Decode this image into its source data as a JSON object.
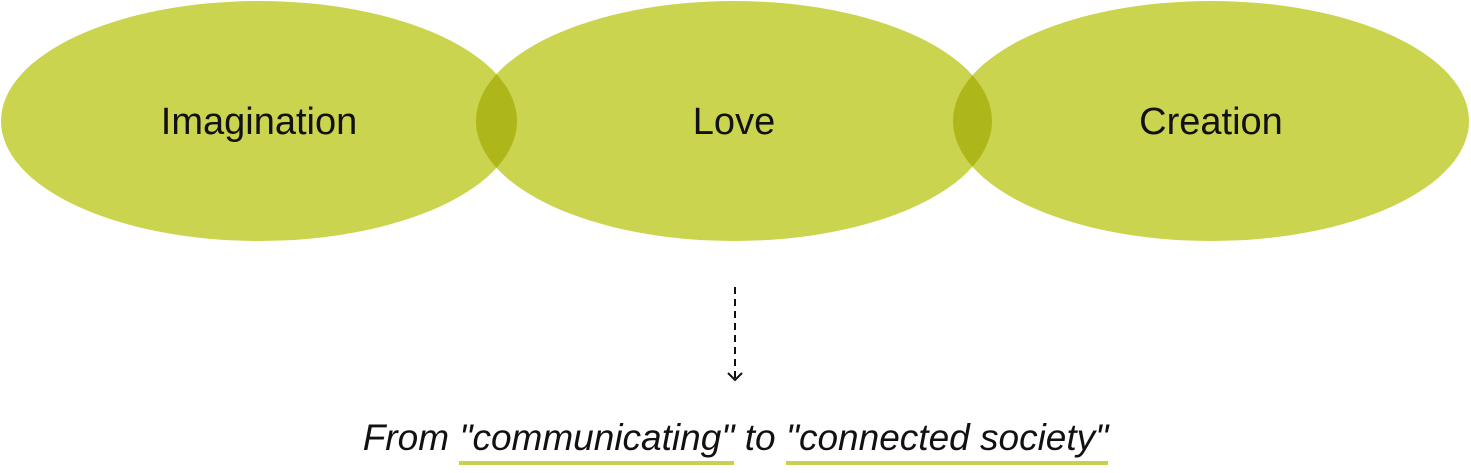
{
  "diagram": {
    "circles": [
      {
        "label": "Imagination"
      },
      {
        "label": "Love"
      },
      {
        "label": "Creation"
      }
    ],
    "colors": {
      "fill": "#cbd44f",
      "overlap": "#aeb71a",
      "text": "#111111",
      "underline": "#c9d14a"
    }
  },
  "caption": {
    "prefix": "From ",
    "term1": "\"communicating\"",
    "connector": " to ",
    "term2": "\"connected society\""
  }
}
